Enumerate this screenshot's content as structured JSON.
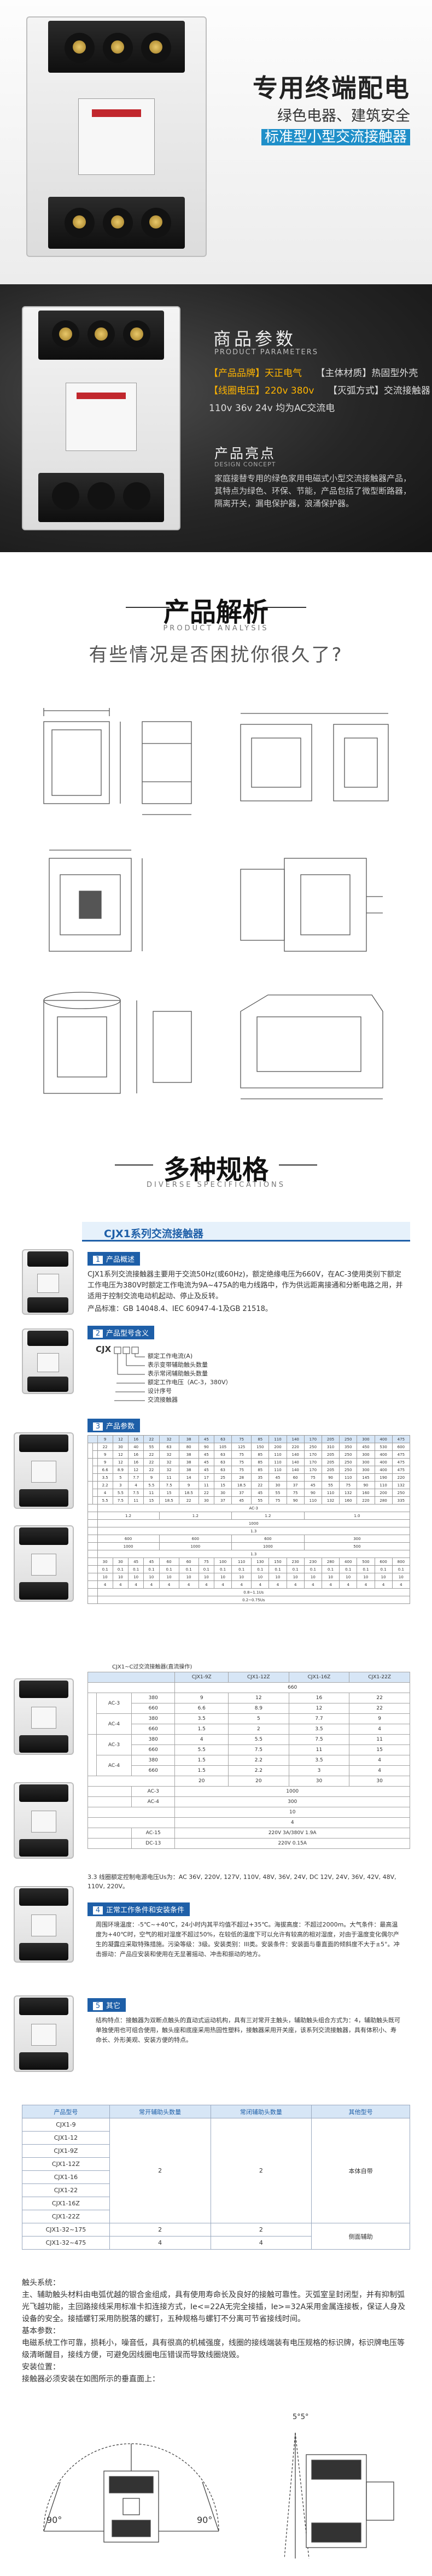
{
  "hero": {
    "title": "专用终端配电",
    "subtitle1": "绿色电器、建筑安全",
    "subtitle2": "标准型小型交流接触器"
  },
  "params": {
    "title_cn": "商品参数",
    "title_en": "PRODUCT PARAMETERS",
    "row1_left": "【产品品牌】天正电气",
    "row1_right": "【主体材质】热固型外壳",
    "row2_left": "【线圈电压】220v 380v",
    "row2_right": "【灭弧方式】交流接触器",
    "row3": "110v 36v 24v 均为AC交流电"
  },
  "features": {
    "title_cn": "产品亮点",
    "title_en": "DESIGN CONCEPT",
    "text": "家庭接替专用的绿色家用电磁式小型交流接触器产品，其特点为绿色、环保、节能，产品包括了微型断路器，隔离开关，漏电保护器，浪涌保护器。"
  },
  "analysis": {
    "title": "产品解析",
    "en": "PRODUCT ANALYSIS",
    "question": "有些情况是否困扰你很久了?"
  },
  "specs": {
    "title": "多种规格",
    "en": "DIVERSE SPECIFICATIONS",
    "series": "CJX1系列交流接触器"
  },
  "sections": {
    "s1_num": "1",
    "s1_label": "产品概述",
    "s1_text": "CJX1系列交流接触器主要用于交流50Hz(或60Hz)，额定绝缘电压为660V，在AC-3使用类别下额定工作电压为380V时额定工作电流为9A~475A的电力线路中，作为供远距离接通和分断电路之用，并适用于控制交流电动机起动、停止及反转。",
    "s1_text2": "产品标准：GB 14048.4、IEC 60947-4-1及GB 21518。",
    "s2_num": "2",
    "s2_label": "产品型号含义",
    "model_code": "CJX",
    "model_items": [
      "额定工作电流(A)",
      "表示变带辅助触头数量",
      "表示常闭辅助触头数量",
      "额定工作电压（AC-3，380V）",
      "设计序号",
      "交流接触器"
    ],
    "s3_num": "3",
    "s3_label": "产品参数",
    "s4_num": "4",
    "s4_label": "正常工作条件和安装条件",
    "s4_text": "周围环境温度：-5℃~+40℃，24小时内其平均值不超过+35℃。海拔高度：不超过2000m。大气条件：最高温度为+40℃时，空气的相对湿度不超过50%，在较低的温度下可以允许有较高的相对湿度，对由于温度变化偶尔产生的凝露应采取特殊措施。污染等级：3级。安装类别：III类。安装条件：安装面与垂直面的倾斜度不大于±5°。冲击振动：产品应安装和使用在无显著摇动、冲击和振动的地方。",
    "s5_num": "5",
    "s5_label": "其它",
    "s5_text": "结构特点：接触器为双断点触头的直动式运动机构，具有三对常开主触头，辅助触头组合方式为：4，辅助触头既可单独使用也可组合使用，触头座和底座采用热固性塑料，接触器采用开关座，该系列交流接触器，具有体积小、寿命长、外形美观、安装方便的特点。"
  },
  "table2_caption": "CJX1~C过交流接触器(直流操作)",
  "table2_note": "3.3 线圈额定控制电源电压Us为：AC 36V, 220V, 127V, 110V, 48V, 36V, 24V, DC 12V, 24V, 36V, 42V, 48V, 110V, 220V。",
  "accessory_table": {
    "headers": [
      "产品型号",
      "常开辅助头数量",
      "常闭辅助头数量",
      "其他型号"
    ],
    "rows": [
      {
        "model": "CJX1-9",
        "no": "",
        "nc": "",
        "other": ""
      },
      {
        "model": "CJX1-12",
        "no": "",
        "nc": "",
        "other": ""
      },
      {
        "model": "CJX1-9Z",
        "no": "",
        "nc": "",
        "other": ""
      },
      {
        "model": "CJX1-12Z",
        "no": "2",
        "nc": "2",
        "other": "本体自带"
      },
      {
        "model": "CJX1-16",
        "no": "",
        "nc": "",
        "other": ""
      },
      {
        "model": "CJX1-22",
        "no": "",
        "nc": "",
        "other": ""
      },
      {
        "model": "CJX1-16Z",
        "no": "",
        "nc": "",
        "other": ""
      },
      {
        "model": "CJX1-22Z",
        "no": "",
        "nc": "",
        "other": ""
      },
      {
        "model": "CJX1-32~175",
        "no": "2",
        "nc": "2",
        "other": "侧面辅助"
      },
      {
        "model": "CJX1-32~475",
        "no": "4",
        "nc": "4",
        "other": ""
      }
    ]
  },
  "manual": {
    "line1": "触头系统：",
    "line2": "主、辅助触头材料由电弧优越的银合金组成，具有使用寿命长及良好的接触可靠性。灭弧室呈封闭型，并有抑制弧光飞越功能，主回路接线采用标准卡扣连接方式，Ie<=22A无完全接插，Ie>=32A采用金属连接板，保证人身及设备的安全。接插螺钉采用防脱落的螺钉，五种规格与螺钉不分离可节省接线时间。",
    "line3": "基本参数：",
    "line4": "电磁系统工作可靠，损耗小，噪音低，具有很高的机械强度，线圈的接线端装有电压规格的标识牌，标识牌电压等级清晰醒目，接线方便，可避免因线圈电压错误而导致线圈烧毁。",
    "line5": "安装位置：",
    "line6": "接触器必须安装在如图所示的垂直面上："
  },
  "install_labels": {
    "a1": "90°",
    "a2": "90°",
    "a3": "5°5°"
  },
  "colors": {
    "accent": "#1e5fa8",
    "highlight": "#1f8fc9",
    "hero_dark": "#1e1e1e"
  }
}
